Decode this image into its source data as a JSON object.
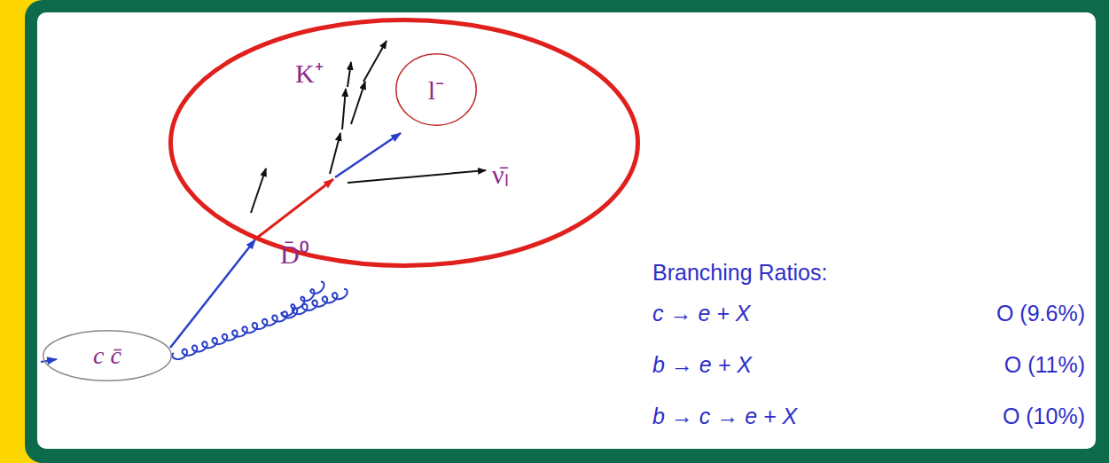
{
  "diagram": {
    "nodes": [
      {
        "text": [
          "c c̄"
        ]
      },
      {
        "text": [
          "K⁺",
          "ν̄ₗ"
        ]
      },
      {
        "text": [
          "l⁻"
        ],
        "in": 1
      }
    ],
    "labels": [
      "D̄⁰",
      "Branching Ratios:",
      "c → e + X",
      "O (9.6%)",
      "b → e + X",
      "O (11%)",
      "b → c → e + X",
      "O (10%)"
    ]
  }
}
